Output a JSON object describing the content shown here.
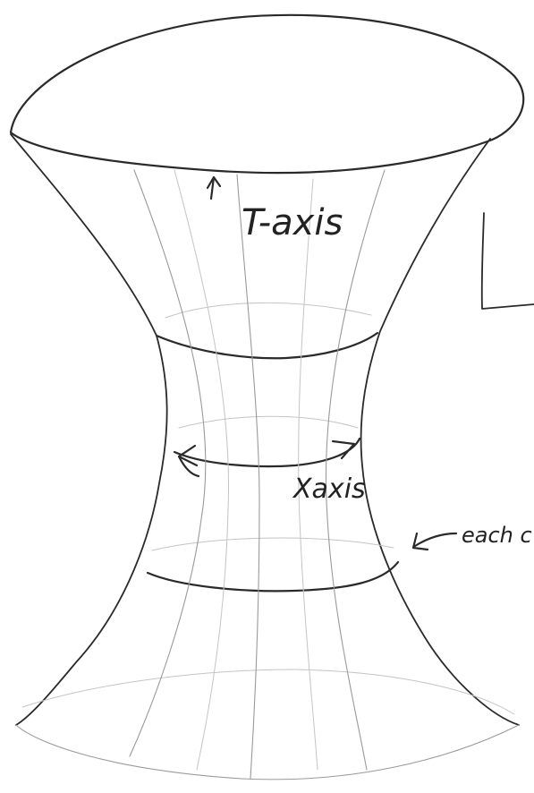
{
  "labels": {
    "time_axis": "T-axis",
    "space_axis": "Xaxis",
    "side_note": "each c"
  },
  "colors": {
    "ink": "#2a2a2a",
    "pencil_light": "#9a9a9a",
    "paper": "#ffffff"
  }
}
